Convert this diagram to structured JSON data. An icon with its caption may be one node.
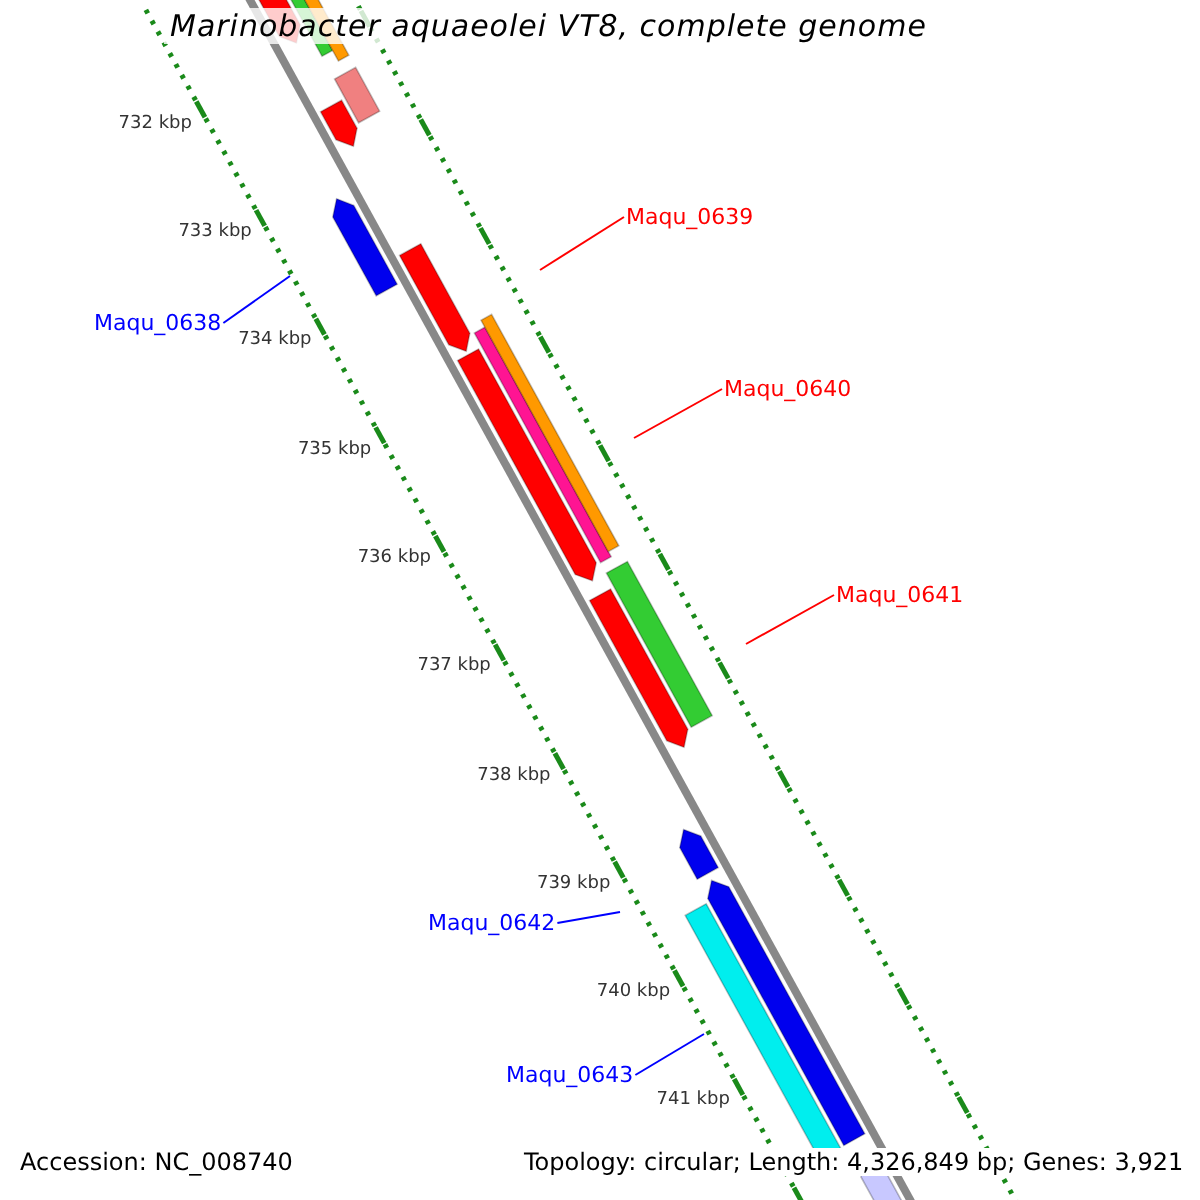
{
  "diagram": {
    "title": "Marinobacter aquaeolei VT8, complete genome",
    "nodes": [
      {
        "text": [
          "Maqu_0638"
        ]
      },
      {
        "text": [
          "Maqu_0639"
        ]
      },
      {
        "text": [
          "Maqu_0640"
        ]
      },
      {
        "text": [
          "Maqu_0641"
        ]
      },
      {
        "text": [
          "Maqu_0642"
        ]
      },
      {
        "text": [
          "Maqu_0643"
        ]
      }
    ],
    "edges": [
      {
        "from": 0,
        "to": null,
        "arrow": "none",
        "color": "#0000ff"
      },
      {
        "from": 1,
        "to": null,
        "arrow": "none",
        "color": "#ff0000"
      },
      {
        "from": 2,
        "to": null,
        "arrow": "none",
        "color": "#ff0000"
      },
      {
        "from": 3,
        "to": null,
        "arrow": "none",
        "color": "#ff0000"
      },
      {
        "from": 4,
        "to": null,
        "arrow": "none",
        "color": "#0000ff"
      },
      {
        "from": 5,
        "to": null,
        "arrow": "none",
        "color": "#0000ff"
      }
    ],
    "labels": [
      "732 kbp",
      "733 kbp",
      "734 kbp",
      "735 kbp",
      "736 kbp",
      "737 kbp",
      "738 kbp",
      "739 kbp",
      "740 kbp",
      "741 kbp",
      "Accession: NC_008740",
      "Topology: circular; Length: 4,326,849 bp; Genes: 3,921"
    ]
  }
}
